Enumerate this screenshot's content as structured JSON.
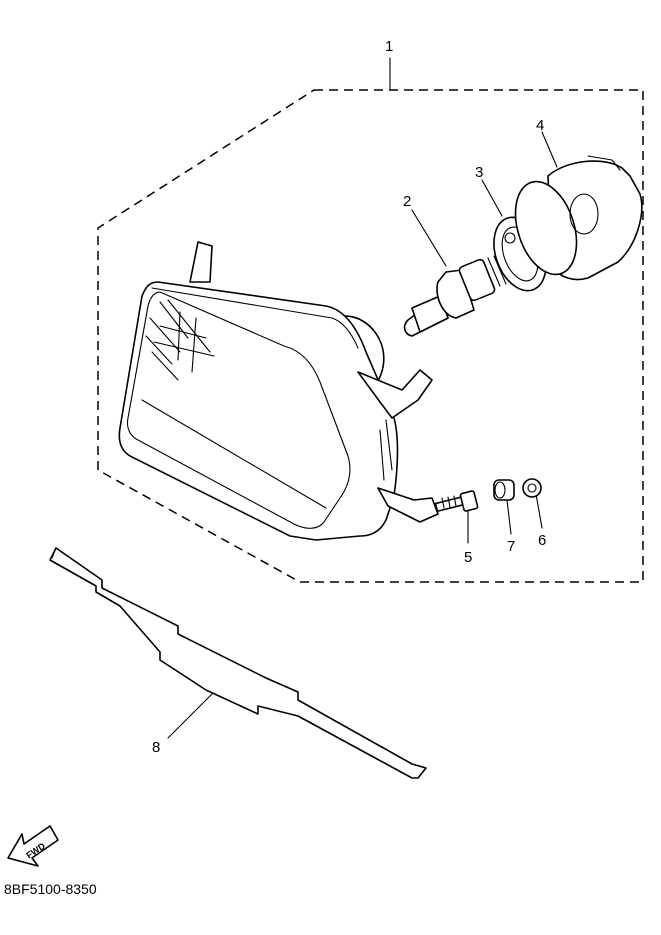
{
  "callouts": [
    {
      "id": "1",
      "label": "1",
      "part": "headlight-assembly"
    },
    {
      "id": "2",
      "label": "2",
      "part": "bulb"
    },
    {
      "id": "3",
      "label": "3",
      "part": "bulb-holder"
    },
    {
      "id": "4",
      "label": "4",
      "part": "cover"
    },
    {
      "id": "5",
      "label": "5",
      "part": "screw"
    },
    {
      "id": "6",
      "label": "6",
      "part": "washer"
    },
    {
      "id": "7",
      "label": "7",
      "part": "collar"
    },
    {
      "id": "8",
      "label": "8",
      "part": "stay"
    }
  ],
  "arrow": {
    "label": "FWD"
  },
  "diagram_code": "8BF5100-8350"
}
